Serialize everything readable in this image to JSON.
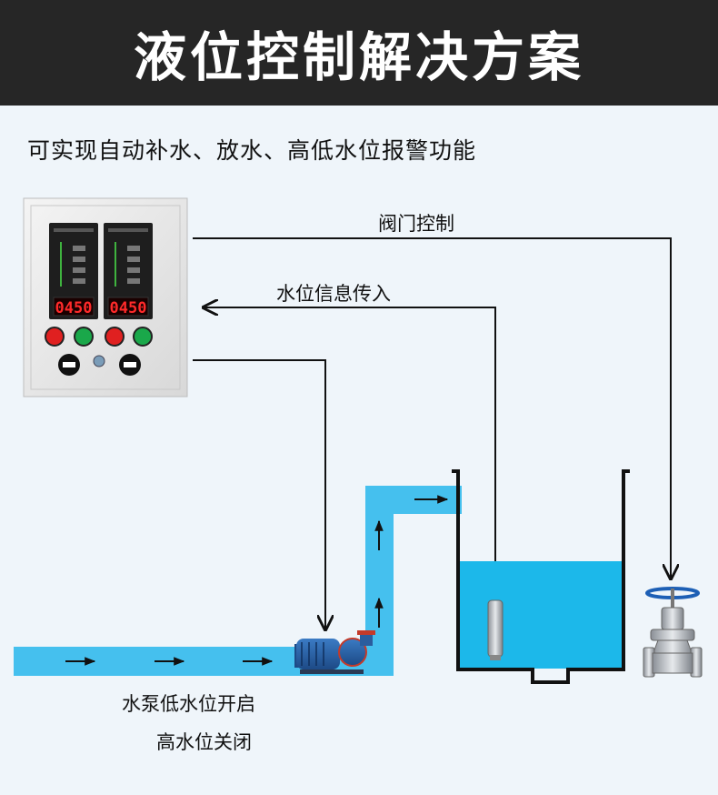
{
  "header": {
    "title": "液位控制解决方案"
  },
  "subtitle": "可实现自动补水、放水、高低水位报警功能",
  "labels": {
    "valve_control": "阀门控制",
    "level_signal": "水位信息传入",
    "pump_line1": "水泵低水位开启",
    "pump_line2": "高水位关闭"
  },
  "panel": {
    "display_left": "0450",
    "display_right": "0450"
  },
  "colors": {
    "water": "#1cb8ea",
    "pipe": "#45c0ee",
    "header_bg": "#262626",
    "line": "#111111",
    "indicator_red": "#e02020",
    "indicator_green": "#1aa84a",
    "display_red": "#ff2a2a"
  }
}
